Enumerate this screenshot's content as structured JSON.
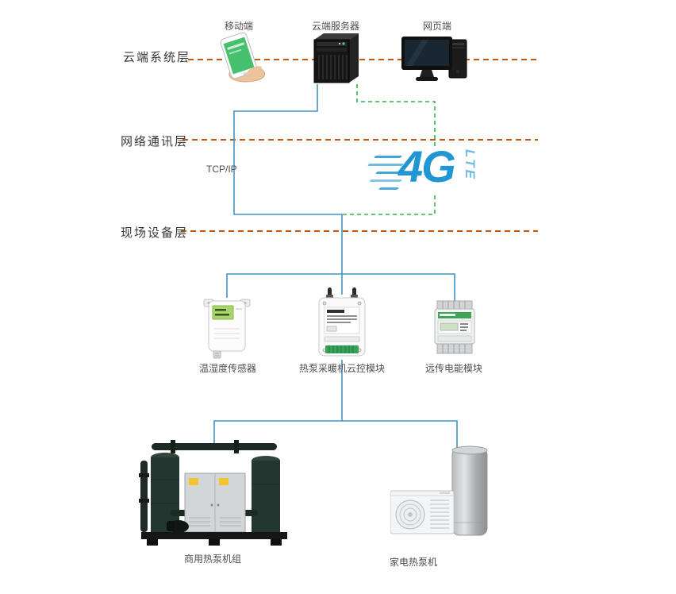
{
  "colors": {
    "layer_line": "#c45911",
    "conn_blue": "#4293c6",
    "conn_green": "#2db54d",
    "lte_blue": "#2196d3",
    "lte_light": "#6fbde4",
    "layer_text": "#383838",
    "label_text": "#4d4d4d"
  },
  "layers": [
    {
      "label": "云端系统层"
    },
    {
      "label": "网络通讯层"
    },
    {
      "label": "现场设备层"
    }
  ],
  "cloud_devices": [
    {
      "label": "移动端"
    },
    {
      "label": "云端服务器"
    },
    {
      "label": "网页端"
    }
  ],
  "network": {
    "protocol_label": "TCP/IP",
    "lte_main": "4G",
    "lte_sub": "LTE"
  },
  "field_devices": [
    {
      "label": "温湿度传感器"
    },
    {
      "label": "热泵采暖机云控模块"
    },
    {
      "label": "远传电能模块"
    }
  ],
  "terminal_devices": [
    {
      "label": "商用热泵机组"
    },
    {
      "label": "家电热泵机"
    }
  ]
}
